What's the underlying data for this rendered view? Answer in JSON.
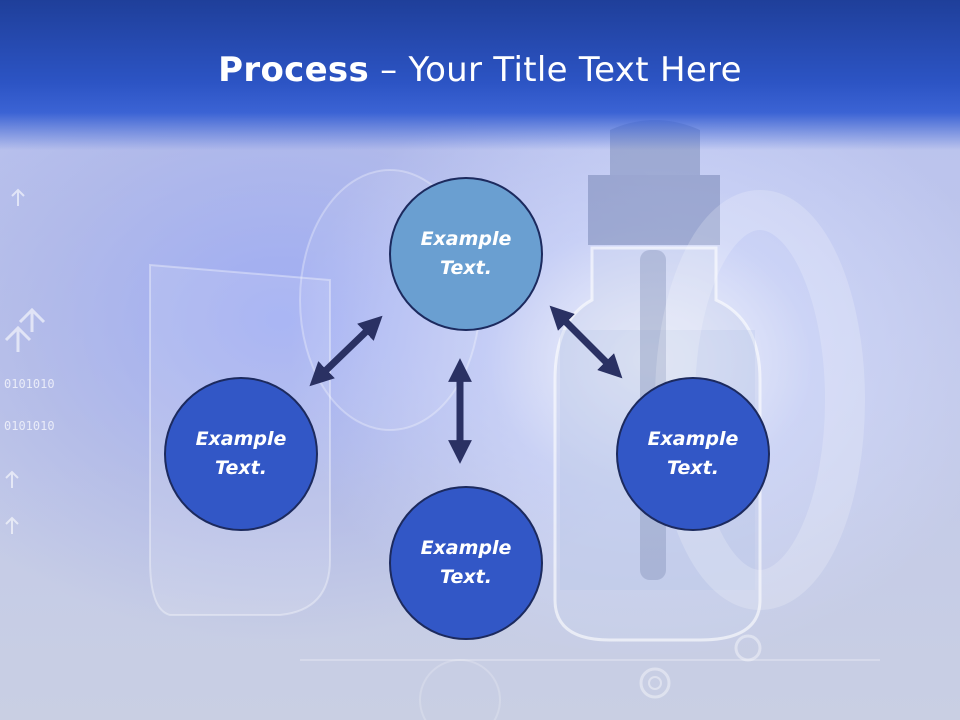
{
  "slide": {
    "title_strong": "Process",
    "title_rest": " – Your Title Text Here"
  },
  "nodes": {
    "top": {
      "line1": "Example",
      "line2": "Text."
    },
    "left": {
      "line1": "Example",
      "line2": "Text."
    },
    "right": {
      "line1": "Example",
      "line2": "Text."
    },
    "bottom": {
      "line1": "Example",
      "line2": "Text."
    }
  },
  "decoration": {
    "binary_1": "0101010",
    "binary_2": "0101010"
  },
  "colors": {
    "title_band": "#2c54c4",
    "node_top": "#6a9fd1",
    "node_other": "#3257c6",
    "arrow": "#2a3163",
    "outline": "#1c2a5e"
  }
}
